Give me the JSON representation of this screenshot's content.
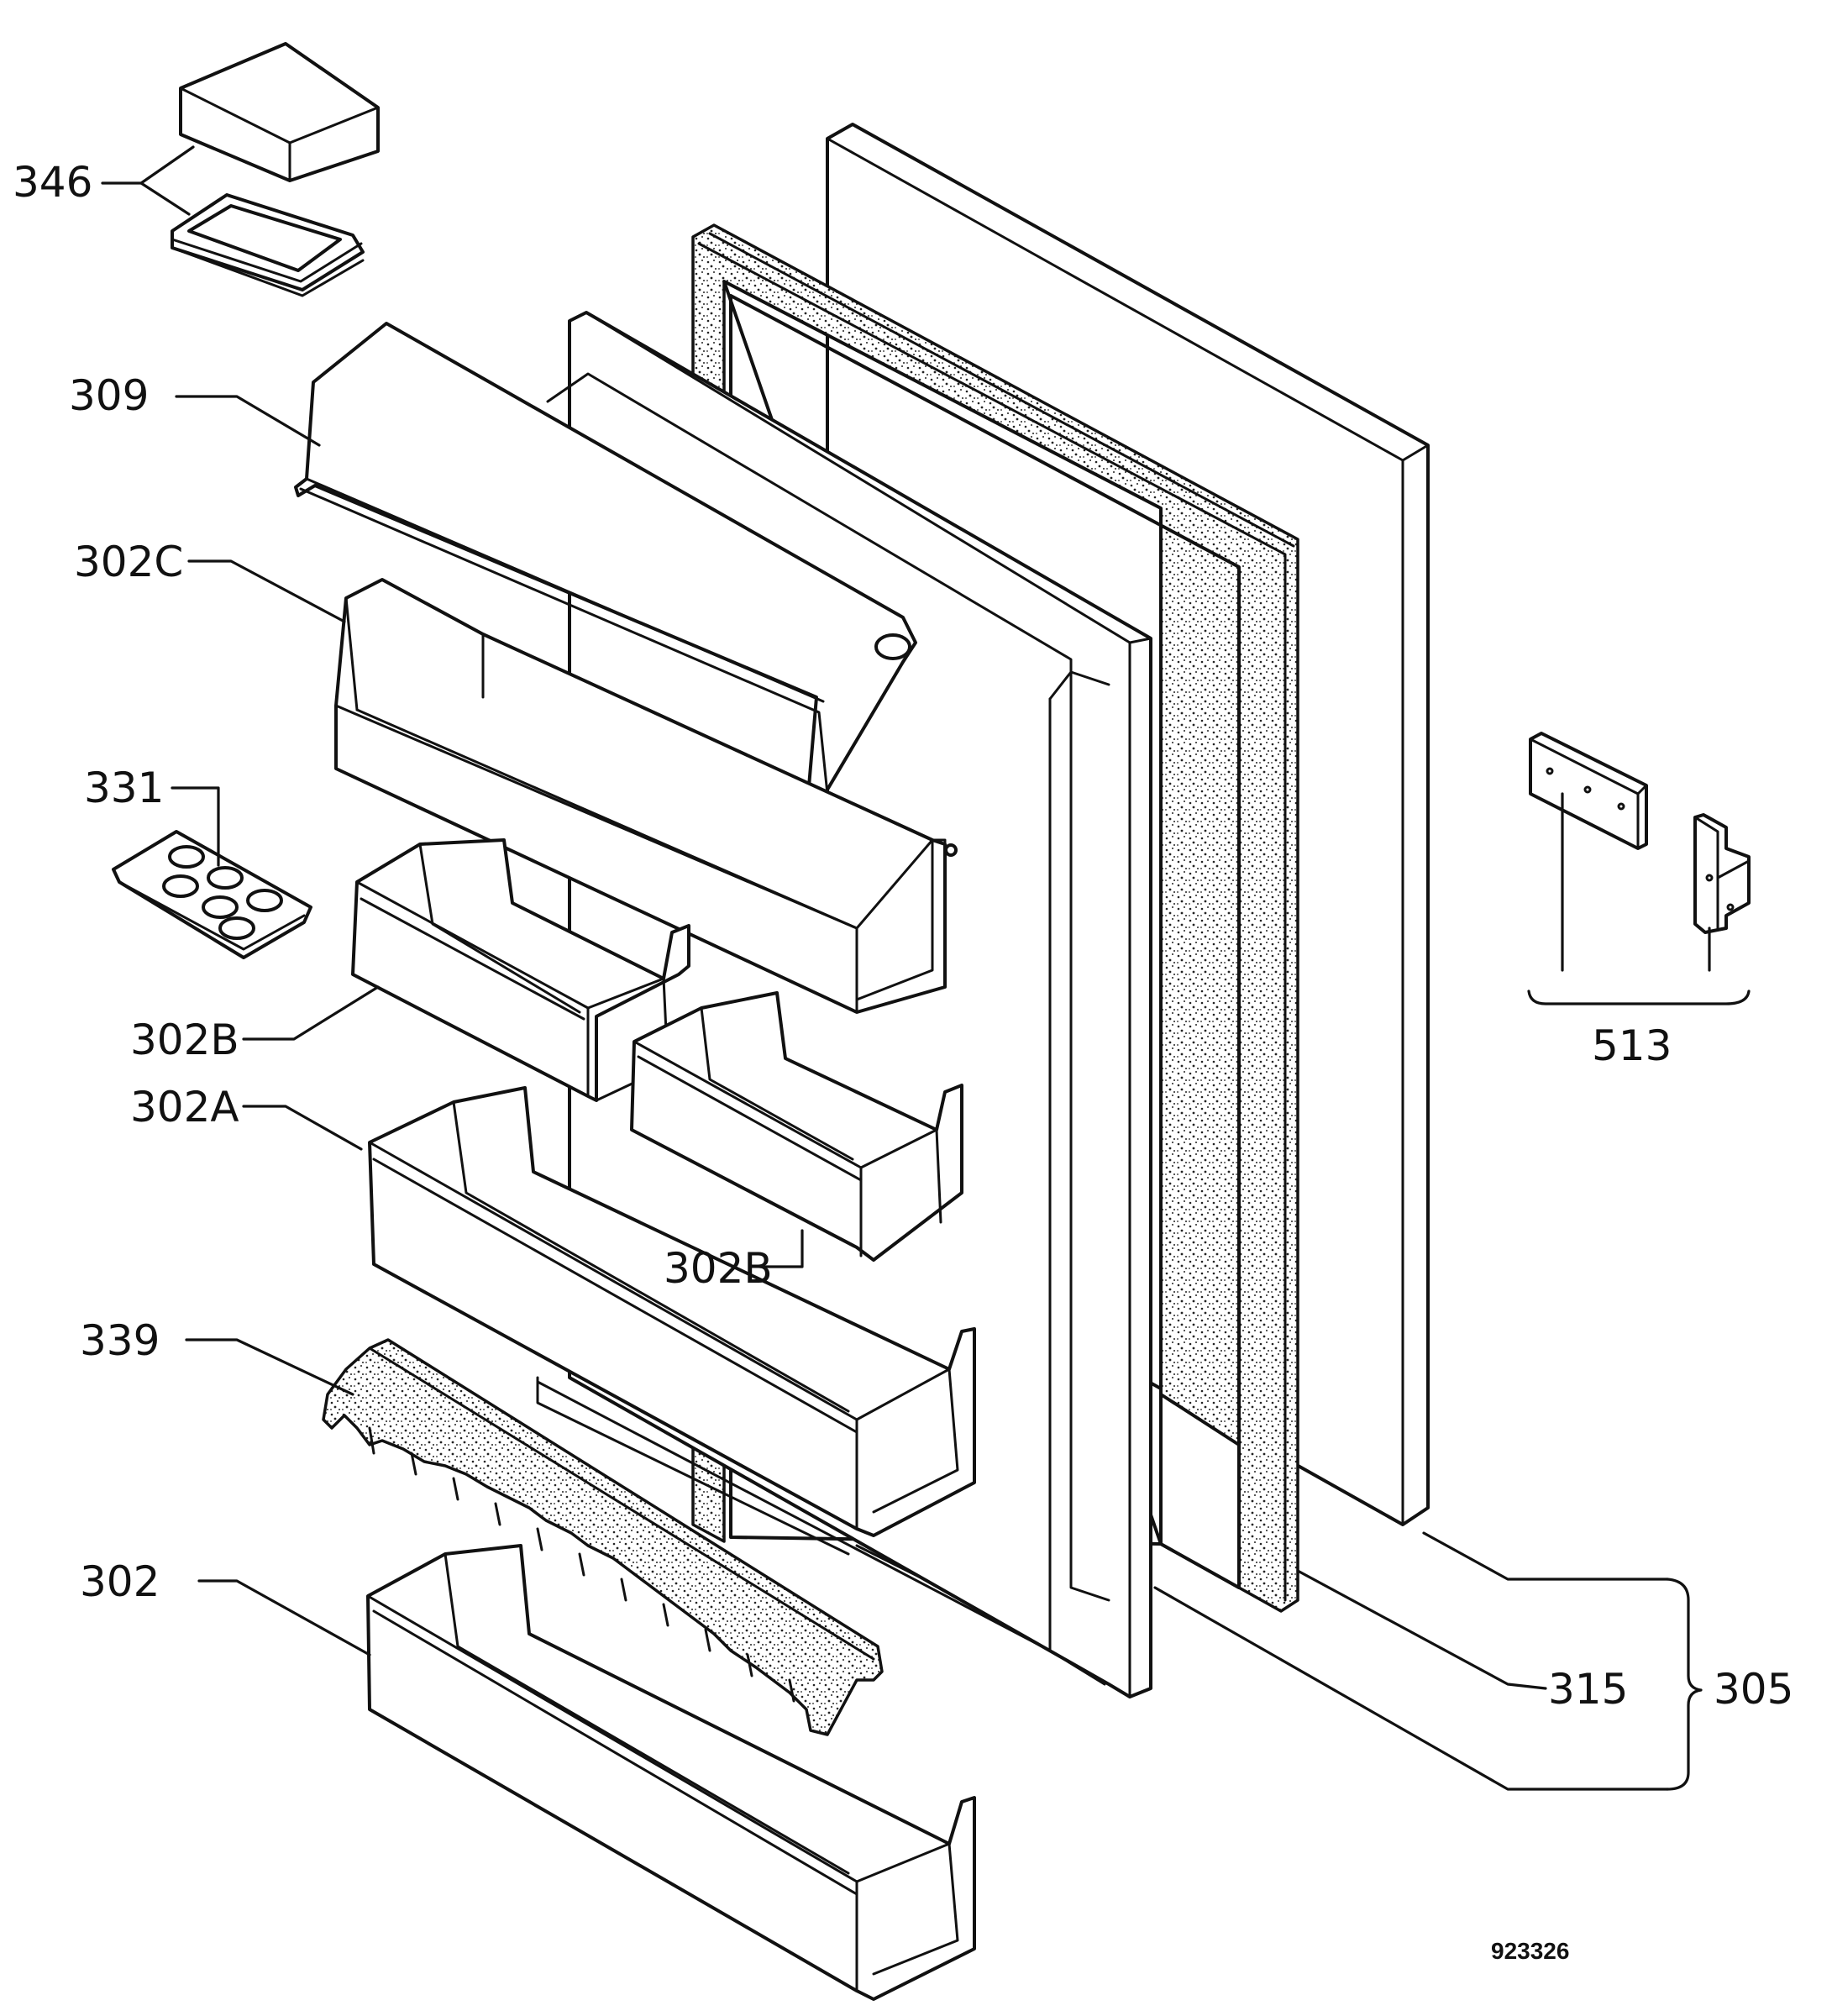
{
  "drawing_number": "923326",
  "callouts": {
    "c346": "346",
    "c309": "309",
    "c302c": "302C",
    "c331": "331",
    "c302b_left": "302B",
    "c302a": "302A",
    "c302b_mid": "302B",
    "c339": "339",
    "c302": "302",
    "c513": "513",
    "c315": "315",
    "c305": "305"
  },
  "colors": {
    "ink": "#111111",
    "paper": "#ffffff"
  }
}
